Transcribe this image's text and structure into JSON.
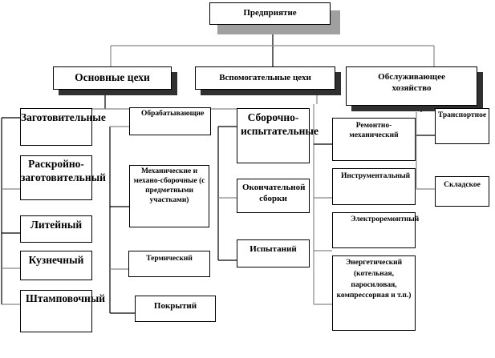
{
  "root": "Предприятие",
  "level1": {
    "main": "Основные цехи",
    "auxiliary": "Вспомогательные цехи",
    "service": "Обслуживающее хозяйство"
  },
  "main_groups": {
    "procurement": {
      "title": "Заготовительные",
      "items": [
        "Раскройно-заготовительный",
        "Литейный",
        "Кузнечный",
        "Штамповочный"
      ]
    },
    "processing": {
      "title": "Обрабатывающие",
      "items": [
        "Механические и механо-сборочные (с предметными участками)",
        "Термический",
        "Покрытий"
      ]
    },
    "assembly": {
      "title": "Сборочно-испытательные",
      "items": [
        "Окончательной сборки",
        "Испытаний"
      ]
    }
  },
  "auxiliary_items": [
    "Ремонтно-механический",
    "Инструментальный",
    "Электроремонтный",
    "Энергетический (котельная, паросиловая, компрессорная и т.п.)"
  ],
  "service_items": [
    "Транспортное",
    "Складское"
  ],
  "colors": {
    "line_dark": "#000000",
    "line_gray": "#808080",
    "shadow_gray": "#a0a0a0",
    "shadow_dark": "#303030"
  }
}
